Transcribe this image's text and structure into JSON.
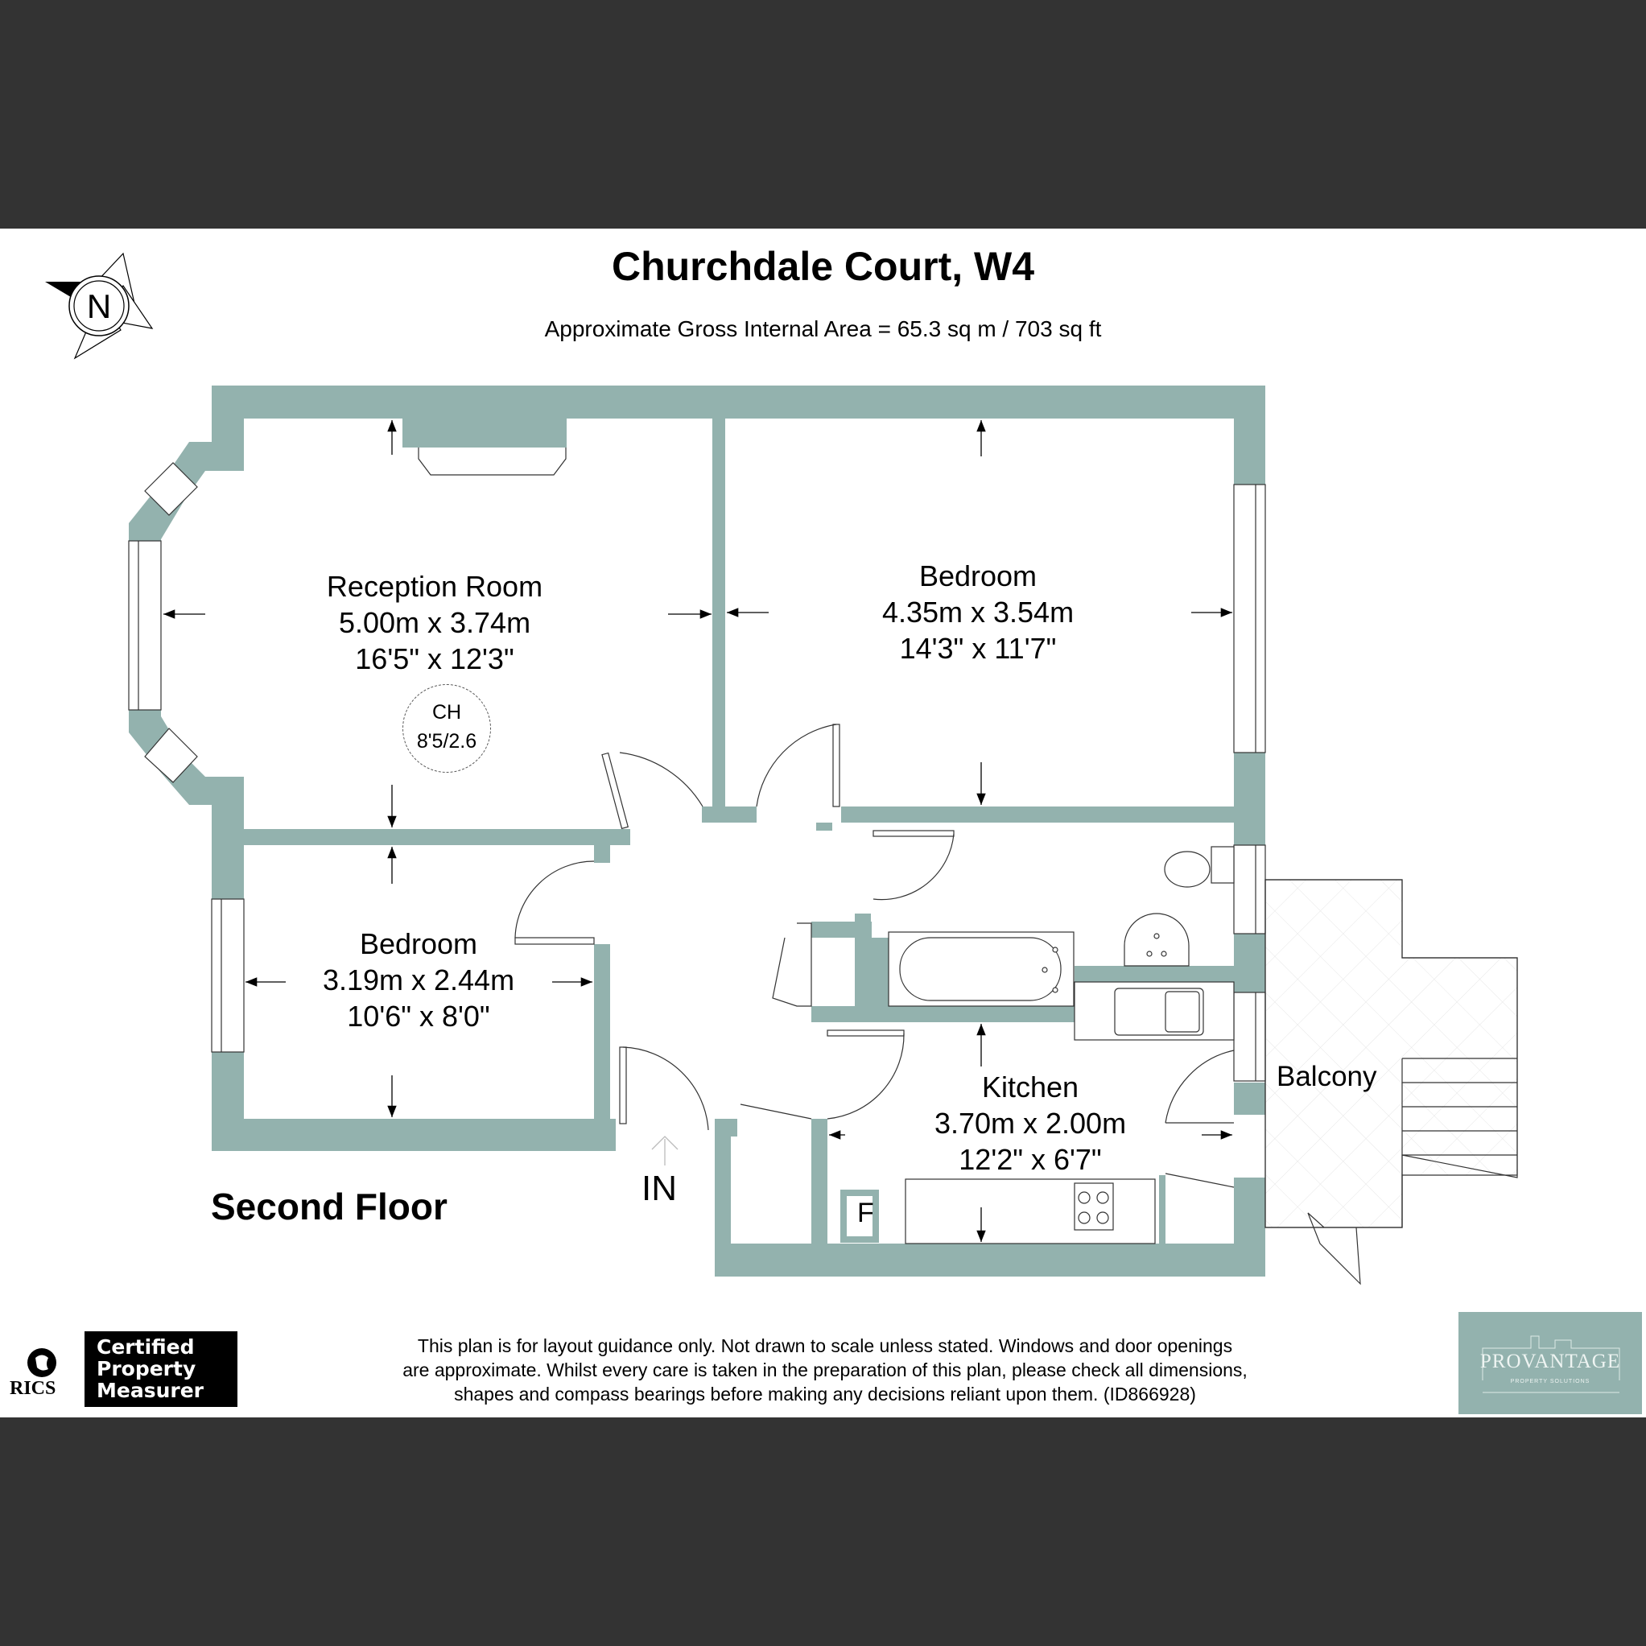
{
  "header": {
    "title": "Churchdale Court, W4",
    "area": "Approximate Gross Internal Area = 65.3 sq m / 703 sq ft"
  },
  "compass": {
    "label": "N",
    "icon": "compass-north-icon"
  },
  "floor": {
    "label": "Second Floor",
    "entrance_label": "IN"
  },
  "rooms": [
    {
      "name": "Reception Room",
      "metric": "5.00m x 3.74m",
      "imperial": "16'5\" x 12'3\""
    },
    {
      "name": "Bedroom",
      "metric": "4.35m x 3.54m",
      "imperial": "14'3\" x 11'7\""
    },
    {
      "name": "Bedroom",
      "metric": "3.19m x 2.44m",
      "imperial": "10'6\" x 8'0\""
    },
    {
      "name": "Kitchen",
      "metric": "3.70m x 2.00m",
      "imperial": "12'2\" x 6'7\""
    },
    {
      "name": "Balcony"
    }
  ],
  "ceiling_height": {
    "label": "CH",
    "value": "8'5/2.6"
  },
  "fixtures": {
    "fridge_label": "F"
  },
  "footer": {
    "rics_label": "RICS",
    "certified": [
      "Certified",
      "Property",
      "Measurer"
    ],
    "disclaimer": [
      "This plan is for layout guidance only. Not drawn to scale unless stated. Windows and door openings",
      "are approximate. Whilst every care is taken in the preparation of this plan, please check all dimensions,",
      "shapes and compass bearings before making any decisions reliant upon them. (ID866928)"
    ],
    "brand_name": "PROVANTAGE",
    "brand_sub": "PROPERTY SOLUTIONS"
  },
  "colors": {
    "wall": "#93b2ae",
    "band": "#333333",
    "brand_bg": "#93b2ae"
  }
}
